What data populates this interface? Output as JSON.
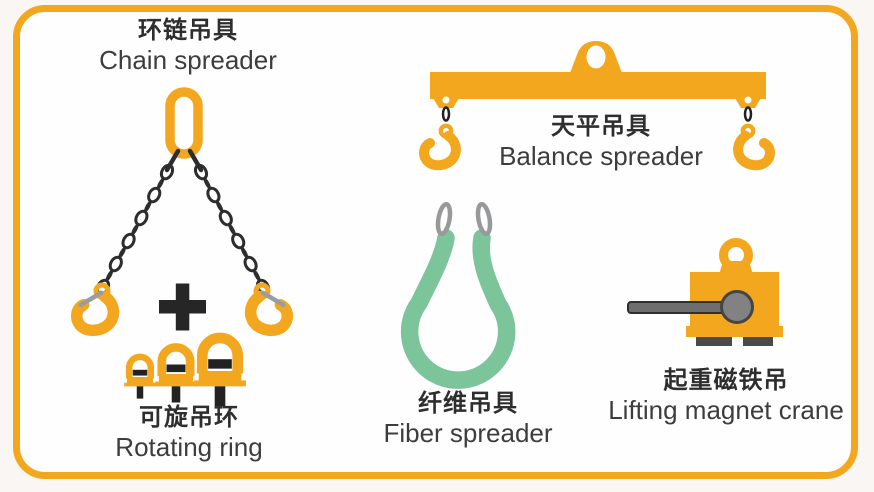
{
  "palette": {
    "orange": "#F2A71E",
    "green": "#7CC49A",
    "gray_latch": "#9A9C9E",
    "gray_metal": "#6E6E6E",
    "dark": "#262626",
    "text_zh": "#2E2E2E",
    "text_en": "#3D3D3D",
    "frame_border": "#F2A71E",
    "background": "#FAF6F3"
  },
  "icons": {
    "plus": "plus-sign",
    "master_link": "oblong-master-link",
    "hook": "sling-hook",
    "eyebolt": "rotating-eyebolt"
  },
  "items": {
    "chain_spreader": {
      "zh": "环链吊具",
      "en": "Chain spreader"
    },
    "balance_spreader": {
      "zh": "天平吊具",
      "en": "Balance spreader"
    },
    "fiber_spreader": {
      "zh": "纤维吊具",
      "en": "Fiber spreader"
    },
    "rotating_ring": {
      "zh": "可旋吊环",
      "en": "Rotating ring"
    },
    "lifting_magnet": {
      "zh": "起重磁铁吊",
      "en": "Lifting magnet crane"
    }
  }
}
